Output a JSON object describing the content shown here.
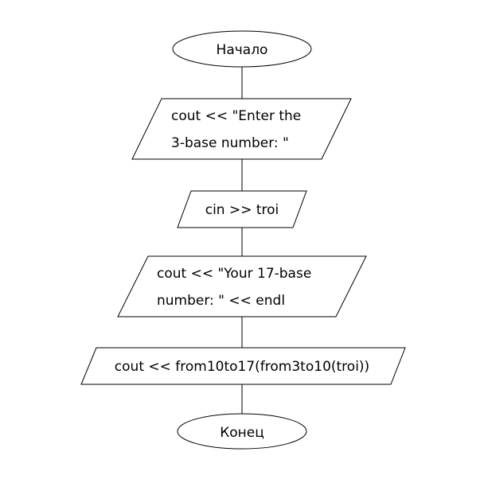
{
  "flowchart": {
    "start": {
      "label": "Начало"
    },
    "output_prompt": {
      "line1": "cout << \"Enter the",
      "line2": "3-base number: \""
    },
    "input": {
      "label": "cin >> troi"
    },
    "output_result_header": {
      "line1": "cout << \"Your 17-base",
      "line2": "number: \" << endl"
    },
    "output_result": {
      "label": "cout << from10to17(from3to10(troi))"
    },
    "end": {
      "label": "Конец"
    }
  }
}
